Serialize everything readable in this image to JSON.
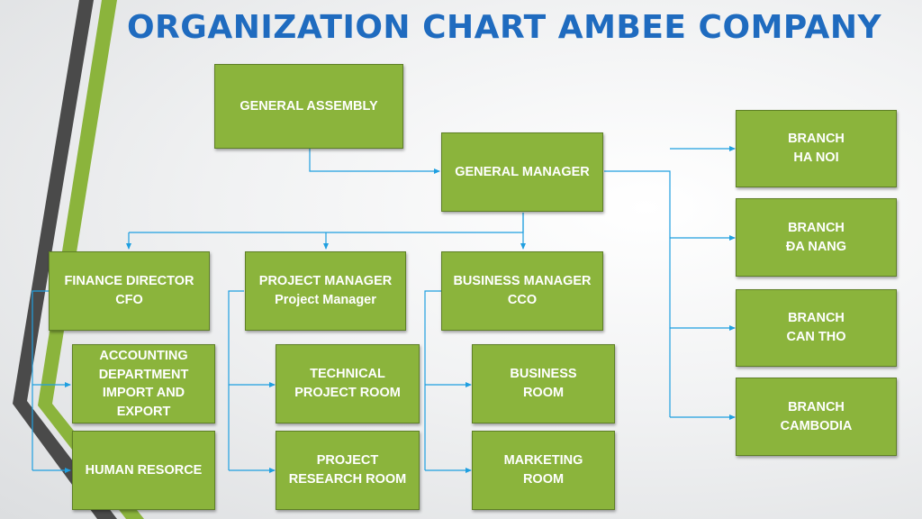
{
  "title": "ORGANIZATION CHART AMBEE COMPANY",
  "colors": {
    "box_fill": "#8bb43c",
    "box_border": "#5e7f26",
    "title": "#1f6bbf",
    "connector": "#1f9fe0",
    "stripe_green": "#8bb43c",
    "stripe_dark": "#4a4a4a"
  },
  "nodes": {
    "general_assembly": {
      "lines": [
        "GENERAL ASSEMBLY"
      ]
    },
    "general_manager": {
      "lines": [
        "GENERAL MANAGER"
      ]
    },
    "finance_director": {
      "lines": [
        "FINANCE DIRECTOR",
        "CFO"
      ]
    },
    "project_manager": {
      "lines": [
        "PROJECT MANAGER",
        "Project Manager"
      ]
    },
    "business_manager": {
      "lines": [
        "BUSINESS MANAGER",
        "CCO"
      ]
    },
    "accounting": {
      "lines": [
        "ACCOUNTING",
        "DEPARTMENT",
        "IMPORT AND",
        "EXPORT"
      ]
    },
    "human_resource": {
      "lines": [
        "HUMAN RESORCE"
      ]
    },
    "technical_room": {
      "lines": [
        "TECHNICAL",
        "PROJECT ROOM"
      ]
    },
    "research_room": {
      "lines": [
        "PROJECT",
        "RESEARCH ROOM"
      ]
    },
    "business_room": {
      "lines": [
        "BUSINESS",
        "ROOM"
      ]
    },
    "marketing_room": {
      "lines": [
        "MARKETING",
        "ROOM"
      ]
    },
    "branch_hanoi": {
      "lines": [
        "BRANCH",
        "HA NOI"
      ]
    },
    "branch_danang": {
      "lines": [
        "BRANCH",
        "ĐA NANG"
      ]
    },
    "branch_cantho": {
      "lines": [
        "BRANCH",
        "CAN THO"
      ]
    },
    "branch_cambodia": {
      "lines": [
        "BRANCH",
        "CAMBODIA"
      ]
    }
  }
}
